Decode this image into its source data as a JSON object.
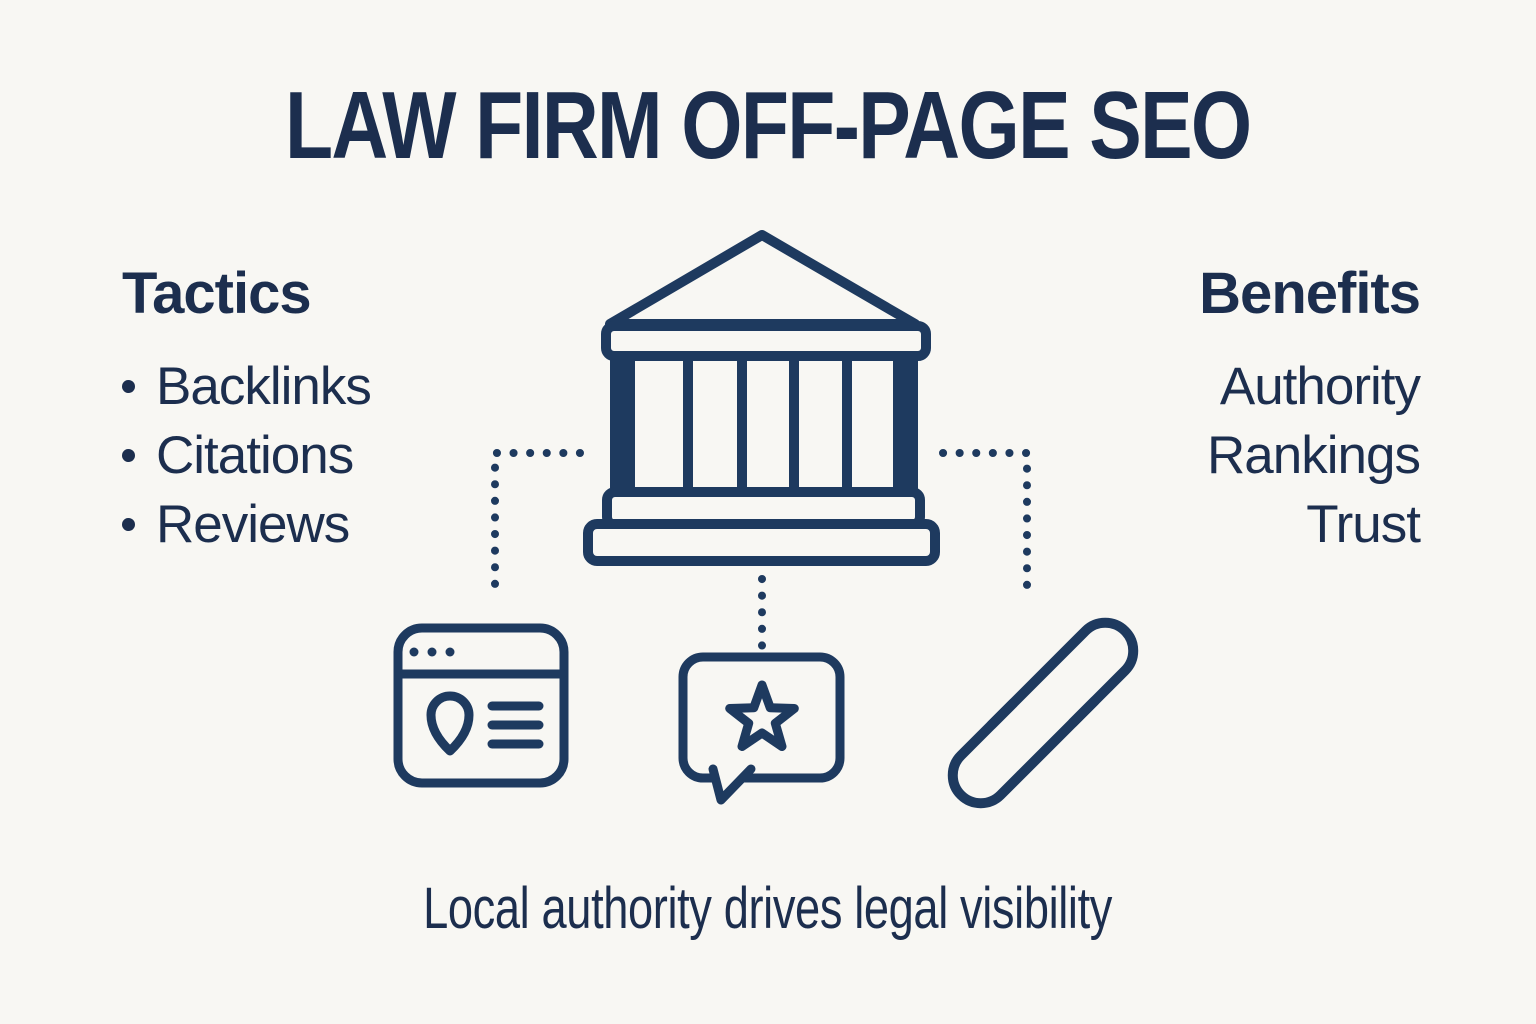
{
  "theme": {
    "background": "#f8f7f3",
    "accent": "#1e3a5f",
    "text": "#1c2e4e"
  },
  "title": "LAW FIRM OFF-PAGE SEO",
  "tactics": {
    "heading": "Tactics",
    "items": [
      "Backlinks",
      "Citations",
      "Reviews"
    ]
  },
  "benefits": {
    "heading": "Benefits",
    "items": [
      "Authority",
      "Rankings",
      "Trust"
    ]
  },
  "tagline": "Local authority drives legal visibility",
  "icons": {
    "center": "courthouse-icon",
    "bottom_left": "citation-browser-icon",
    "bottom_middle": "review-bubble-icon",
    "bottom_right": "backlink-chain-icon",
    "connectors": "dotted-connector-lines"
  }
}
